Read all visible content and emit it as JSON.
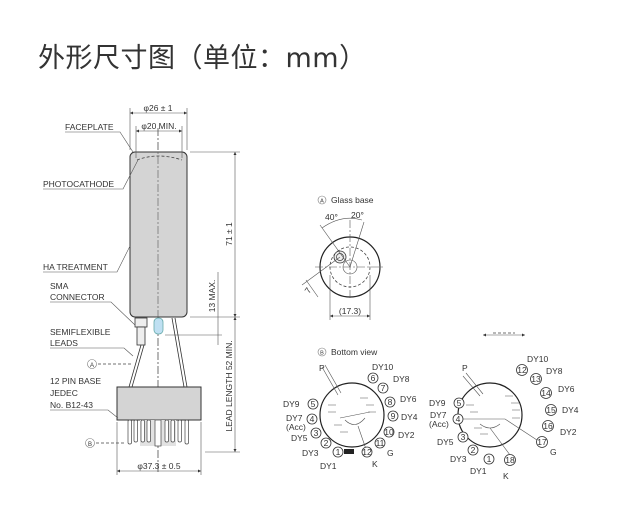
{
  "title": "外形尺寸图（单位：mm）",
  "side_view": {
    "dim_outer_diameter": "φ26 ± 1",
    "dim_photocathode_diameter": "φ20 MIN.",
    "dim_length": "71 ± 1",
    "dim_13max": "13 MAX.",
    "dim_lead_length": "LEAD LENGTH 52 MIN.",
    "dim_base_diameter": "φ37.3 ± 0.5",
    "labels": {
      "faceplate": "FACEPLATE",
      "photocathode": "PHOTOCATHODE",
      "ha_treatment": "HA TREATMENT",
      "sma_1": "SMA",
      "sma_2": "CONNECTOR",
      "leads_1": "SEMIFLEXIBLE",
      "leads_2": "LEADS",
      "marker_a": "A",
      "base_1": "12 PIN BASE",
      "base_2": "JEDEC",
      "base_3": "No. B12-43",
      "marker_b": "B"
    }
  },
  "glass_base": {
    "marker": "A",
    "title": "Glass base",
    "angle_1": "40°",
    "angle_2": "20°",
    "dim_7": "7",
    "dim_173": "(17.3)"
  },
  "bottom_view": {
    "marker": "B",
    "title": "Bottom view",
    "left": {
      "pins": [
        "1",
        "2",
        "3",
        "4",
        "5",
        "6",
        "7",
        "8",
        "9",
        "10",
        "11",
        "12"
      ],
      "labels": {
        "p": "P",
        "dy9": "DY9",
        "dy7": "DY7",
        "acc": "(Acc)",
        "dy5": "DY5",
        "dy3": "DY3",
        "dy1": "DY1",
        "k": "K",
        "g": "G",
        "dy2": "DY2",
        "dy4": "DY4",
        "dy6": "DY6",
        "dy8": "DY8",
        "dy10": "DY10"
      }
    },
    "right": {
      "pins": [
        "1",
        "2",
        "3",
        "4",
        "5",
        "12",
        "13",
        "14",
        "15",
        "16",
        "17",
        "18"
      ],
      "labels": {
        "p": "P",
        "dy9": "DY9",
        "dy7": "DY7",
        "acc": "(Acc)",
        "dy5": "DY5",
        "dy3": "DY3",
        "dy1": "DY1",
        "k": "K",
        "g": "G",
        "dy2": "DY2",
        "dy4": "DY4",
        "dy6": "DY6",
        "dy8": "DY8",
        "dy10": "DY10"
      }
    }
  }
}
